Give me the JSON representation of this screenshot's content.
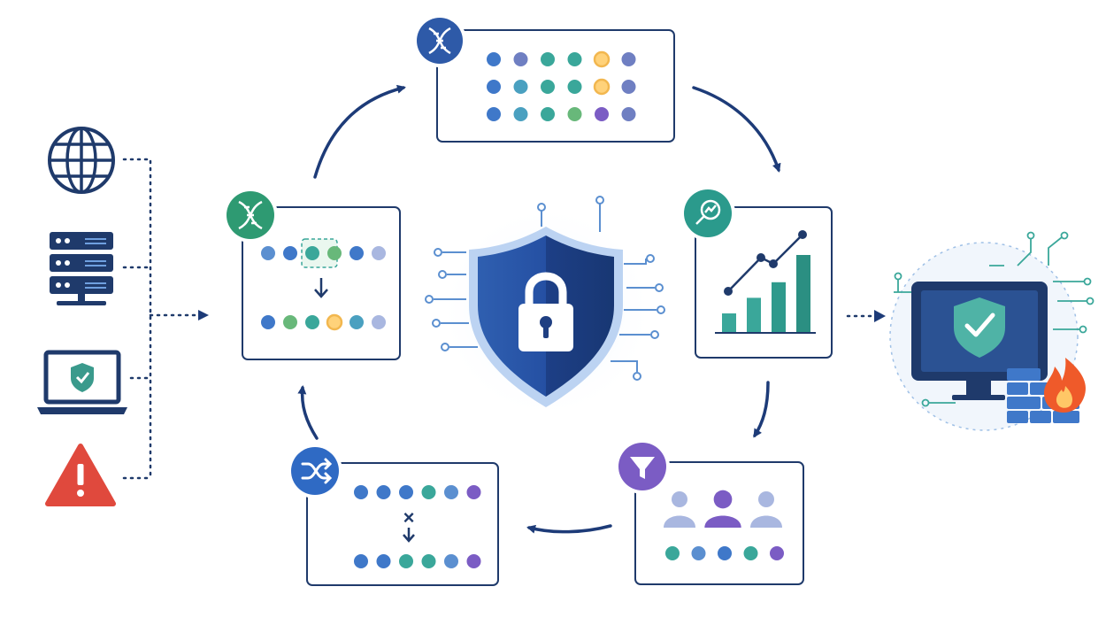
{
  "colors": {
    "navy": "#1f3a6b",
    "arrow": "#1d3b78",
    "blue": "#3f78c9",
    "steel": "#5b8fd0",
    "teal": "#3aa79a",
    "cyan": "#4aa0c0",
    "green": "#68b87a",
    "orange_ring": "#f2b74f",
    "purple": "#7b5cc4",
    "slate": "#6f7fc2",
    "pale": "#a9b7e0",
    "alert_red": "#e0493d",
    "fire": "#ef5a2a"
  },
  "icons": {
    "sources": [
      "globe-icon",
      "server-icon",
      "laptop-shield-icon",
      "warning-icon"
    ],
    "population": "dna-icon",
    "evaluation": "chart-search-icon",
    "selection": "funnel-icon",
    "crossover": "shuffle-icon",
    "mutation": "dna-icon",
    "center": "shield-lock-icon",
    "output": "monitor-shield-firewall-icon"
  },
  "stages": {
    "population": {
      "rows": [
        [
          "blue",
          "slate",
          "teal",
          "teal",
          "orange",
          "slate"
        ],
        [
          "blue",
          "cyan",
          "teal",
          "teal",
          "orange",
          "slate"
        ],
        [
          "blue",
          "cyan",
          "teal",
          "green",
          "purple",
          "slate"
        ]
      ]
    },
    "mutation": {
      "before": [
        "steel",
        "blue",
        "teal",
        "green",
        "blue",
        "pale"
      ],
      "after": [
        "blue",
        "green",
        "teal",
        "orange",
        "cyan",
        "pale"
      ],
      "highlight_index": 3
    },
    "evaluation": {
      "bar_levels": [
        0.25,
        0.45,
        0.65,
        1.0
      ]
    },
    "selection": {
      "people": [
        "pale",
        "purple",
        "pale"
      ],
      "dots": [
        "teal",
        "steel",
        "blue",
        "teal",
        "purple"
      ]
    },
    "crossover": {
      "before": [
        "blue",
        "blue",
        "blue",
        "teal",
        "steel",
        "purple"
      ],
      "after": [
        "blue",
        "blue",
        "teal",
        "teal",
        "steel",
        "purple"
      ],
      "symbol": "×"
    }
  }
}
